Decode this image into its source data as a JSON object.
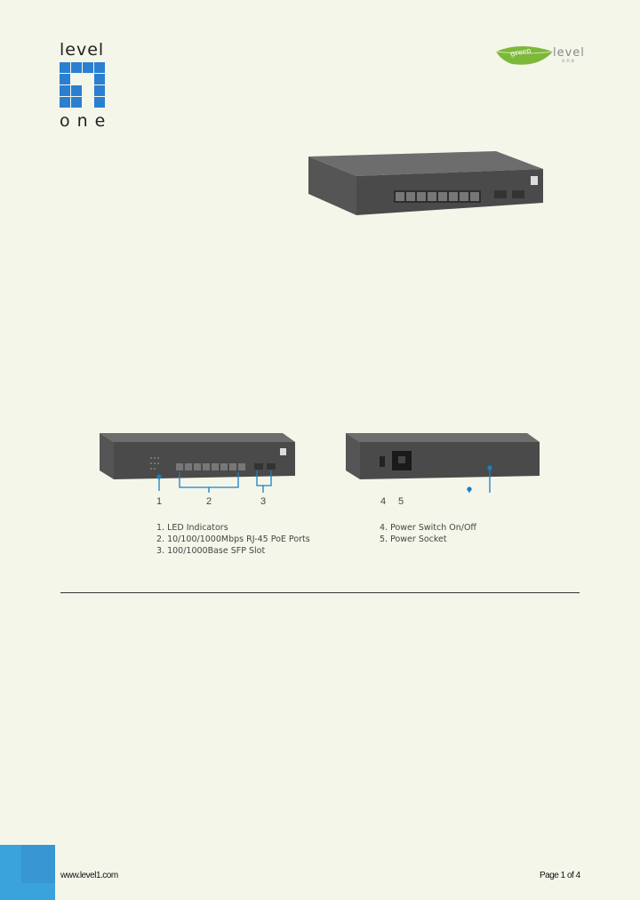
{
  "header": {
    "brand_logo": {
      "text_top": "level",
      "text_bottom": "one",
      "color": "#2a7fd0"
    },
    "green_logo": {
      "leaf_text": "green",
      "word": "level",
      "sub": "one"
    }
  },
  "figures": {
    "callouts": [
      "1",
      "2",
      "3",
      "4",
      "5"
    ]
  },
  "legend": {
    "front": [
      "1. LED Indicators",
      "2. 10/100/1000Mbps RJ-45 PoE Ports",
      "3. 100/1000Base SFP Slot"
    ],
    "rear": [
      "4. Power Switch On/Off",
      "5. Power Socket"
    ]
  },
  "footer": {
    "url": "www.level1.com",
    "page": "Page 1 of 4",
    "accent_color": "#3aa3dc"
  }
}
